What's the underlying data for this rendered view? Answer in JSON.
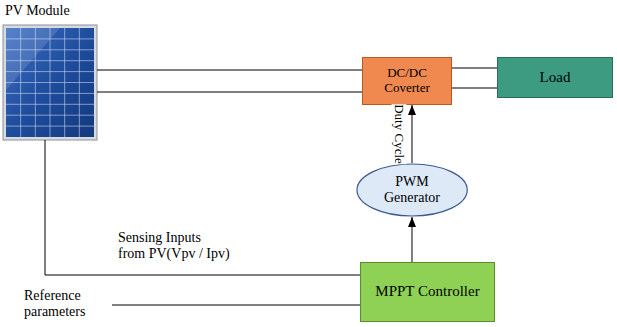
{
  "diagram": {
    "nodes": [
      {
        "text": [
          "PV Module"
        ]
      },
      {
        "text": [
          "DC/DC Coverter"
        ]
      },
      {
        "text": [
          "Load"
        ]
      },
      {
        "text": [
          "PWM Generator"
        ]
      },
      {
        "text": [
          "MPPT Controller"
        ]
      }
    ],
    "edges": [
      {
        "from": 0,
        "to": 1,
        "arrow": "none"
      },
      {
        "from": 0,
        "to": 1,
        "arrow": "none"
      },
      {
        "from": 1,
        "to": 2,
        "arrow": "none"
      },
      {
        "from": 1,
        "to": 2,
        "arrow": "none"
      },
      {
        "from": 3,
        "to": 1,
        "label": "Duty Cycle",
        "arrow": "to"
      },
      {
        "from": 4,
        "to": 3,
        "arrow": "to"
      },
      {
        "from": 0,
        "to": 4,
        "label": "Sensing Inputs from PV(Vpv / Ipv)",
        "arrow": "none"
      }
    ],
    "labels": [
      "Reference parameters"
    ]
  }
}
